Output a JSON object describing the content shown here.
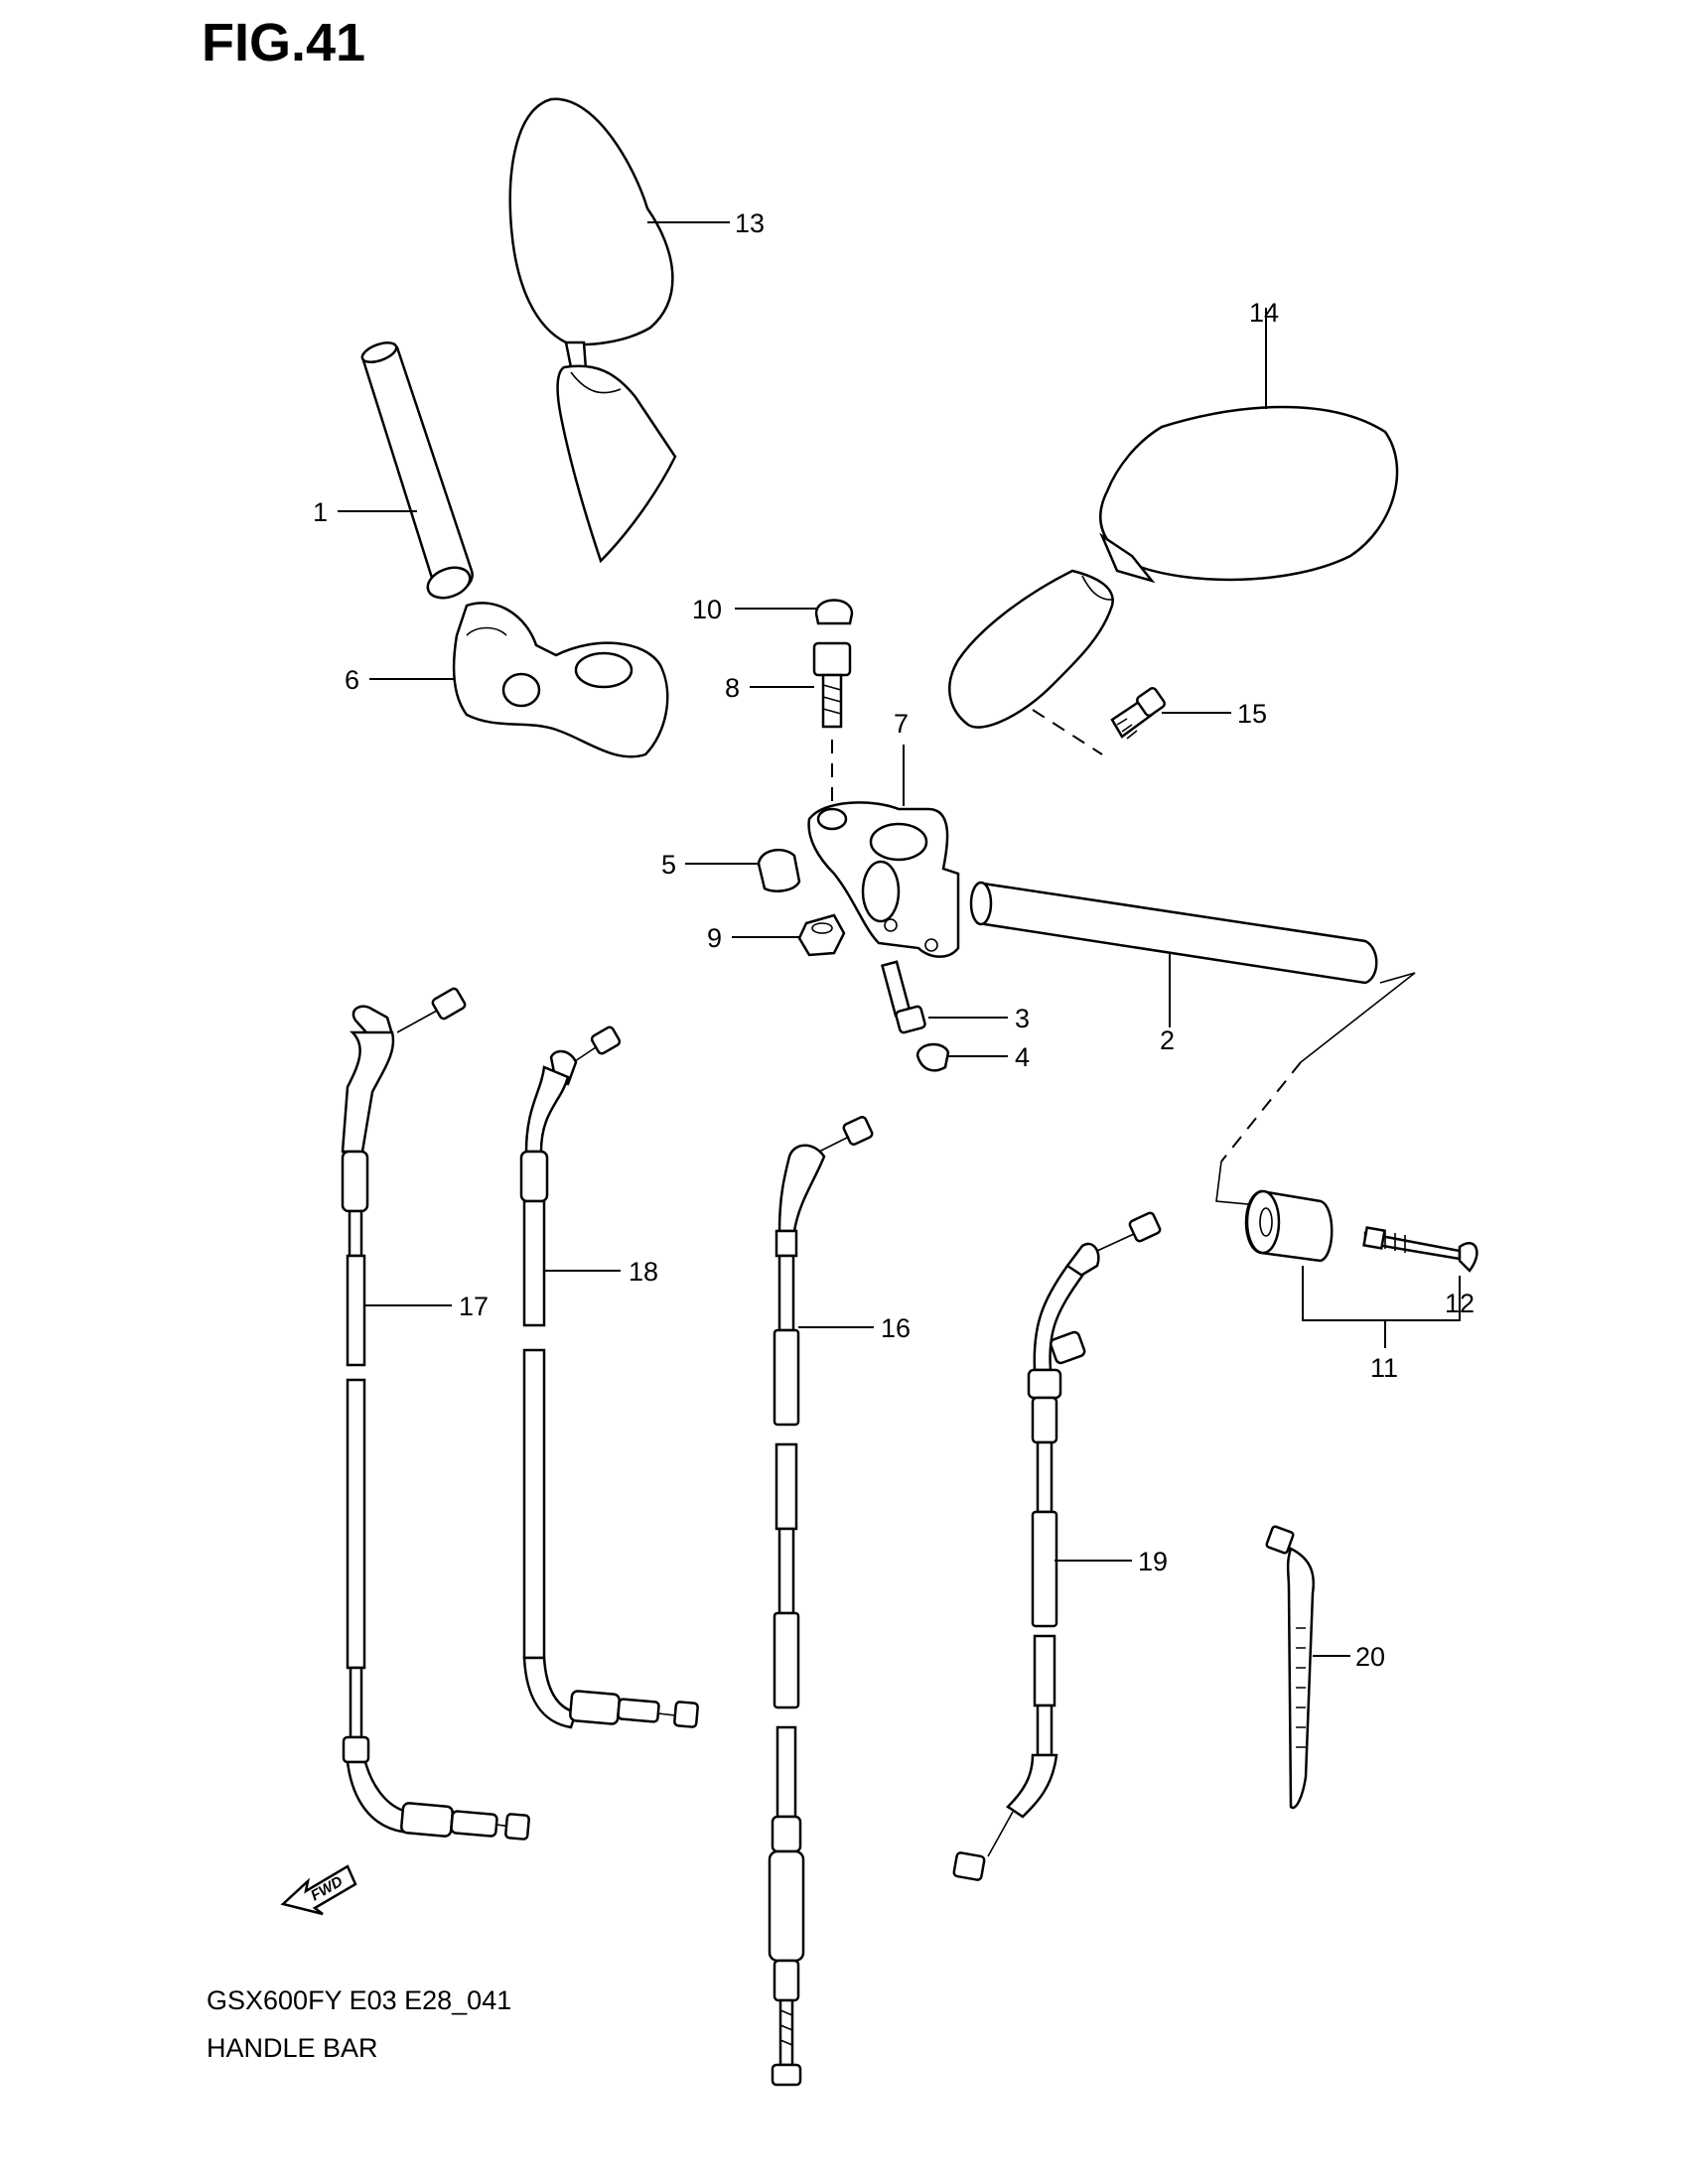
{
  "figure": {
    "title": "FIG.41"
  },
  "footer": {
    "model_code": "GSX600FY E03 E28_041",
    "section_name": "HANDLE BAR"
  },
  "fwd_label": "FWD",
  "callouts": {
    "c1": "1",
    "c2": "2",
    "c3": "3",
    "c4": "4",
    "c5": "5",
    "c6": "6",
    "c7": "7",
    "c8": "8",
    "c9": "9",
    "c10": "10",
    "c11": "11",
    "c12": "12",
    "c13": "13",
    "c14": "14",
    "c15": "15",
    "c16": "16",
    "c17": "17",
    "c18": "18",
    "c19": "19",
    "c20": "20"
  }
}
